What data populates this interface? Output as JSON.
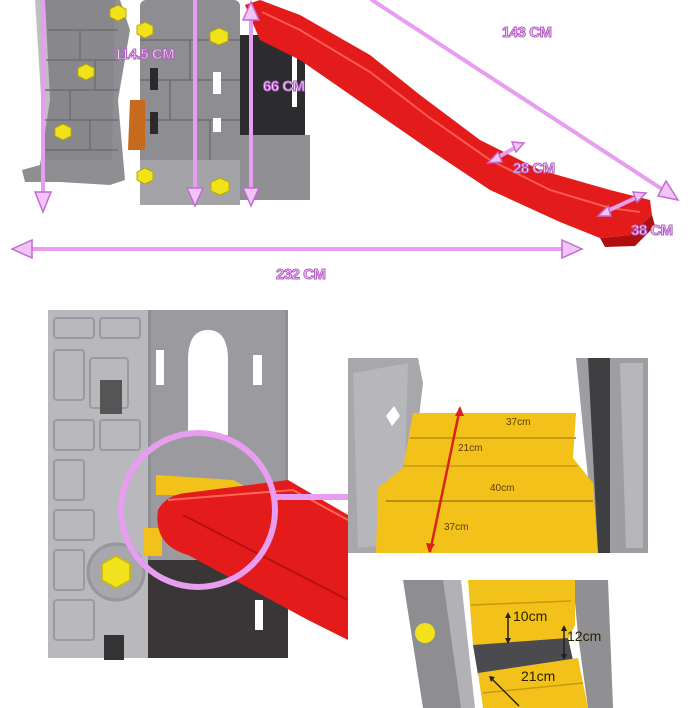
{
  "product": "Castle play tower with slide",
  "colors": {
    "annotation": "#e79ef0",
    "annotation_stroke": "#b35cc4",
    "slide_red": "#e31b1b",
    "tower_gray": "#8d8d92",
    "tower_light_gray": "#b8b8bd",
    "step_yellow": "#f2c21a",
    "bolt_yellow": "#f1e21c"
  },
  "overview": {
    "dimensions": {
      "height_total": "114.5 CM",
      "platform_height": "66 CM",
      "slide_length": "143 CM",
      "slide_inner_width": "28 CM",
      "slide_end_width": "38 CM",
      "total_length": "232 CM"
    }
  },
  "detail_connection": {
    "callout": "magnifier-circle-with-arrow"
  },
  "detail_steps_top": {
    "labels": {
      "step_width_top": "37cm",
      "step_depth": "21cm",
      "platform_width": "40cm",
      "diagonal_length": "37cm"
    }
  },
  "detail_steps_side": {
    "labels": {
      "step_thickness": "10cm",
      "step_rise": "12cm",
      "step_depth": "21cm"
    }
  }
}
